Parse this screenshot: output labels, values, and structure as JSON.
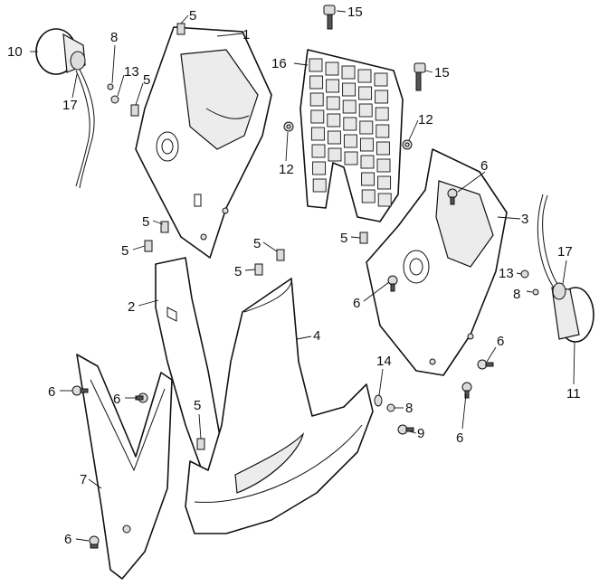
{
  "callouts": {
    "c1": "1",
    "c2": "2",
    "c3": "3",
    "c4": "4",
    "c5a": "5",
    "c5b": "5",
    "c5c": "5",
    "c5d": "5",
    "c5e": "5",
    "c5f": "5",
    "c5g": "5",
    "c5h": "5",
    "c6a": "6",
    "c6b": "6",
    "c6c": "6",
    "c6d": "6",
    "c6e": "6",
    "c6f": "6",
    "c6g": "6",
    "c7": "7",
    "c8a": "8",
    "c8b": "8",
    "c8c": "8",
    "c9": "9",
    "c10": "10",
    "c11": "11",
    "c12a": "12",
    "c12b": "12",
    "c13a": "13",
    "c13b": "13",
    "c14": "14",
    "c15a": "15",
    "c15b": "15",
    "c16": "16",
    "c17a": "17",
    "c17b": "17"
  },
  "colors": {
    "line": "#111111",
    "fill": "#ffffff",
    "shade": "#ececec"
  }
}
